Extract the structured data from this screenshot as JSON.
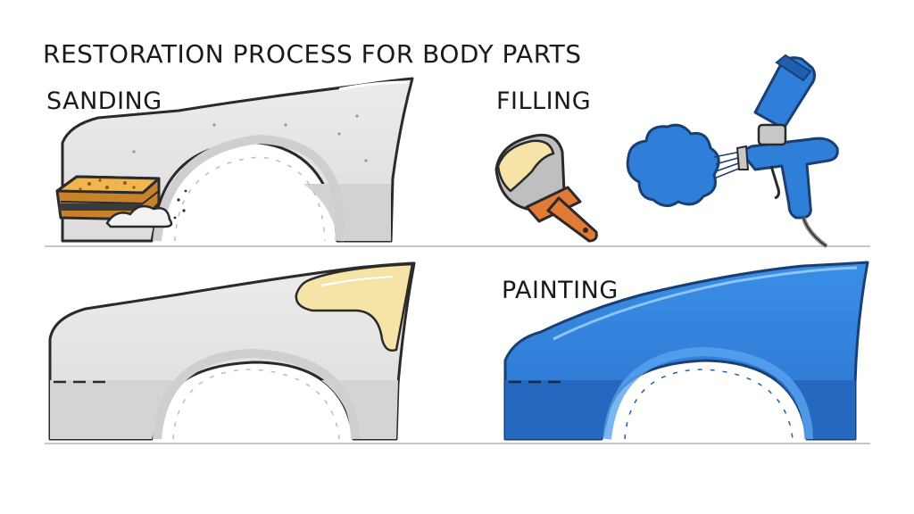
{
  "title": "RESTORATION PROCESS FOR BODY PARTS",
  "steps": {
    "sanding": "SANDING",
    "filling": "FILLING",
    "painting": "PAINTING"
  },
  "colors": {
    "panel_gray": "#e6e6e6",
    "panel_gray_dark": "#cfcfcf",
    "filler": "#f6e3a8",
    "paint_blue": "#2f7fd8",
    "paint_blue_dark": "#1f5fb0",
    "sponge": "#e2a13c",
    "outline": "#2a2a2a"
  },
  "icons": [
    "sanding-sponge-icon",
    "putty-knife-icon",
    "spray-gun-icon",
    "paint-cloud-icon"
  ]
}
